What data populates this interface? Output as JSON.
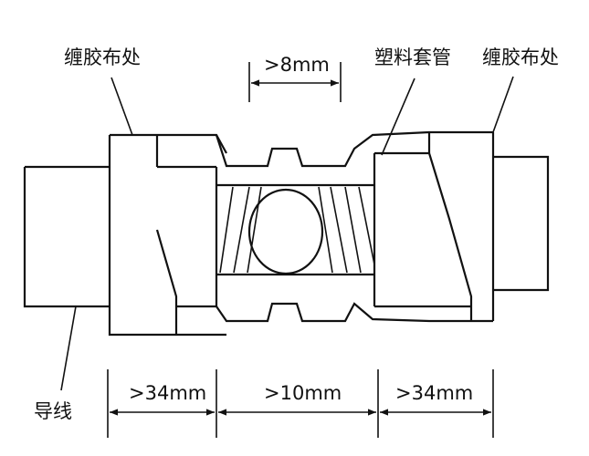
{
  "labels": {
    "tape_left": "缠胶布处",
    "tape_right": "缠胶布处",
    "plastic_sleeve": "塑料套管",
    "wire": "导线"
  },
  "dimensions": {
    "top_gap": ">8mm",
    "left_span": ">34mm",
    "middle_span": ">10mm",
    "right_span": ">34mm"
  }
}
